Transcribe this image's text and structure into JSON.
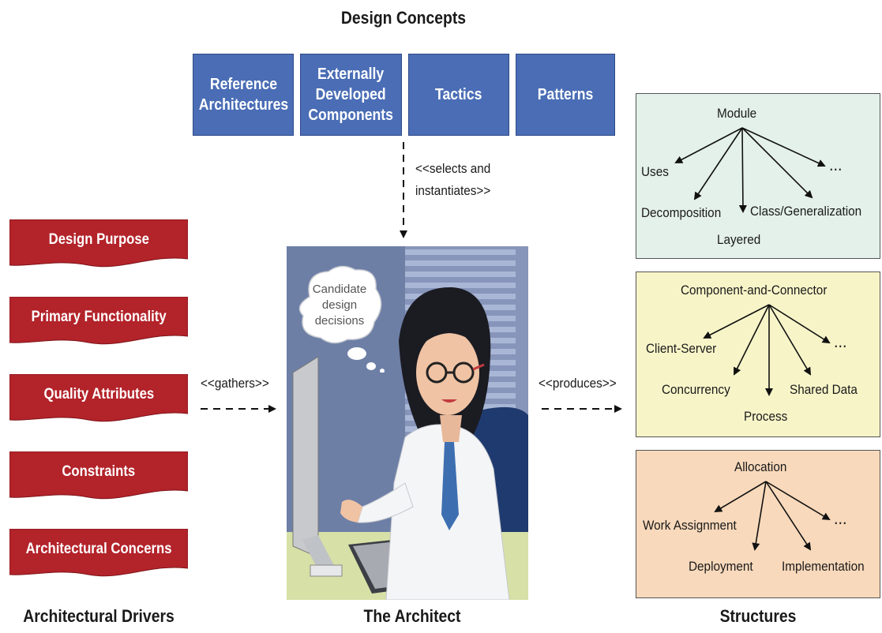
{
  "headings": {
    "design_concepts": "Design Concepts",
    "architectural_drivers": "Architectural Drivers",
    "the_architect": "The Architect",
    "structures": "Structures"
  },
  "design_concepts": [
    "Reference\nArchitectures",
    "Externally\nDeveloped\nComponents",
    "Tactics",
    "Patterns"
  ],
  "drivers": [
    "Design Purpose",
    "Primary Functionality",
    "Quality Attributes",
    "Constraints",
    "Architectural Concerns"
  ],
  "relations": {
    "selects_line1": "<<selects and",
    "selects_line2": "instantiates>>",
    "gathers": "<<gathers>>",
    "produces": "<<produces>>"
  },
  "thought_bubble": {
    "line1": "Candidate",
    "line2": "design",
    "line3": "decisions"
  },
  "structures": {
    "module": {
      "title": "Module",
      "children": [
        "Uses",
        "Decomposition",
        "Layered",
        "Class/Generalization",
        "..."
      ]
    },
    "cnc": {
      "title": "Component-and-Connector",
      "children": [
        "Client-Server",
        "Concurrency",
        "Process",
        "Shared Data",
        "..."
      ]
    },
    "allocation": {
      "title": "Allocation",
      "children": [
        "Work Assignment",
        "Deployment",
        "Implementation",
        "..."
      ]
    }
  },
  "colors": {
    "concept_blue": "#4a6db5",
    "driver_red": "#b3232a",
    "module_bg": "#e4f1ea",
    "cnc_bg": "#f7f5c8",
    "allocation_bg": "#f8d9bb"
  }
}
